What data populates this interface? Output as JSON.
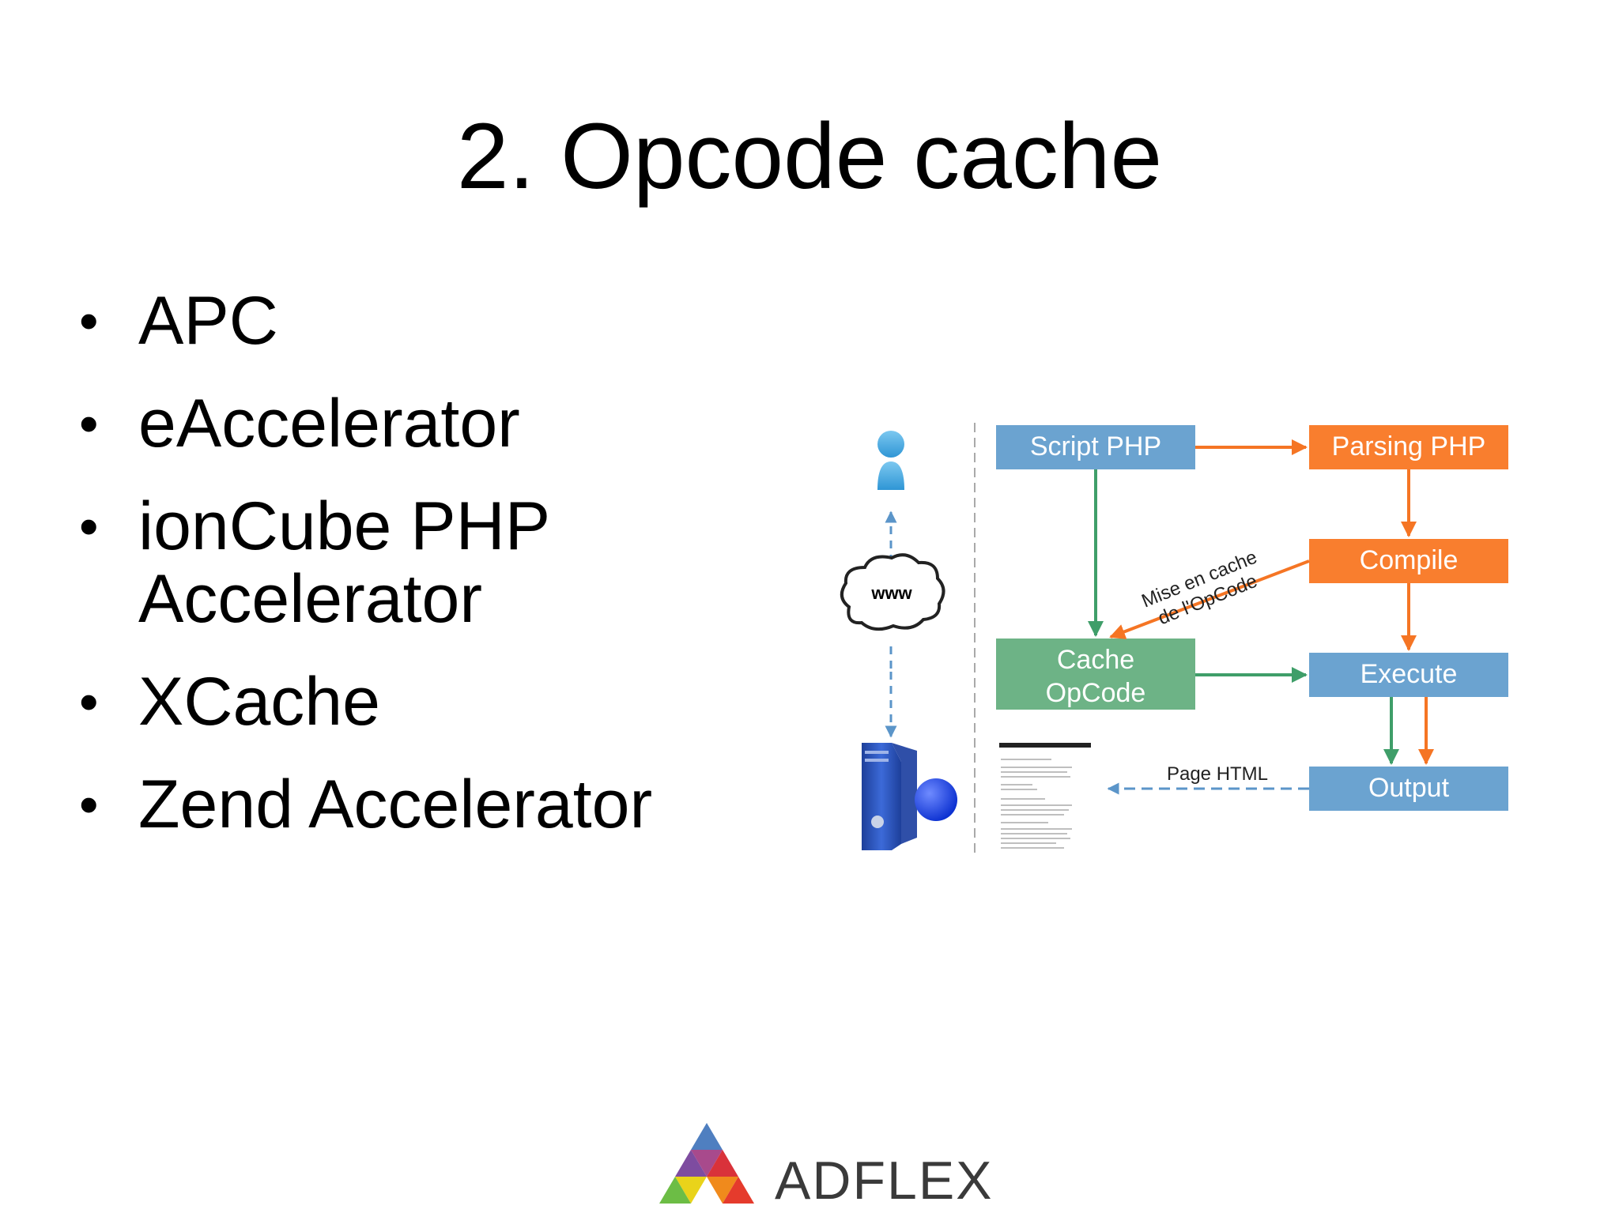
{
  "slide": {
    "title": "2. Opcode cache",
    "bullets": [
      "APC",
      "eAccelerator",
      "ionCube PHP\nAccelerator",
      "XCache",
      "Zend Accelerator"
    ]
  },
  "diagram": {
    "nodes": {
      "script_php": "Script PHP",
      "parsing_php": "Parsing PHP",
      "compile": "Compile",
      "cache_opcode_line1": "Cache",
      "cache_opcode_line2": "OpCode",
      "execute": "Execute",
      "output": "Output"
    },
    "labels": {
      "mise_en_cache_line1": "Mise en cache",
      "mise_en_cache_line2": "de l'OpCode",
      "page_html": "Page HTML",
      "www": "www"
    },
    "colors": {
      "blue_box": "#6ba3d0",
      "orange_box": "#f97e2e",
      "green_box": "#6db386",
      "green_arrow": "#3f9e69",
      "orange_arrow": "#f57524",
      "blue_arrow": "#5b95c9"
    }
  },
  "footer": {
    "logo_text": "ADFLEX"
  }
}
